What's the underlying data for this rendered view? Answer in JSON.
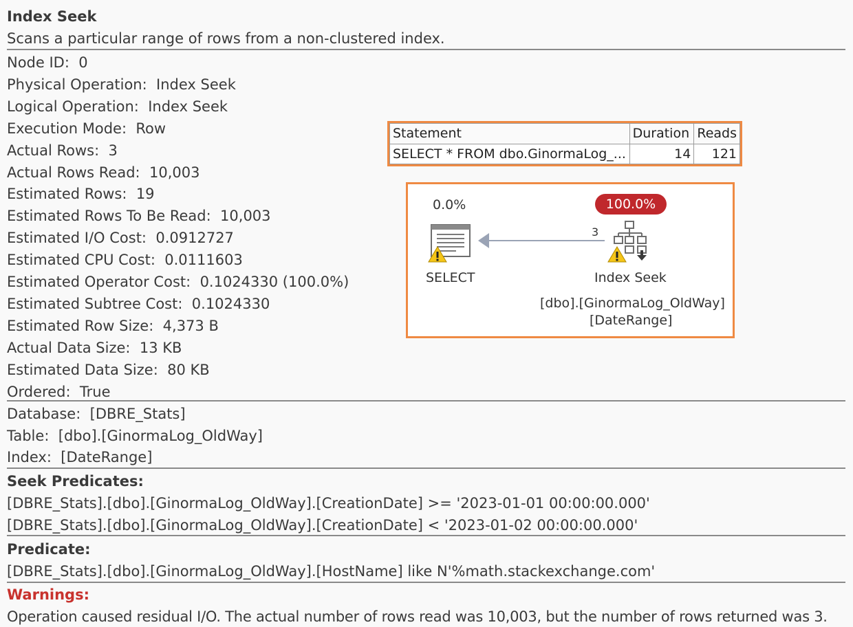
{
  "tooltip": {
    "title": "Index Seek",
    "description": "Scans a particular range of rows from a non-clustered index.",
    "properties": [
      {
        "k": "Node ID",
        "v": "0"
      },
      {
        "k": "Physical Operation",
        "v": "Index Seek"
      },
      {
        "k": "Logical Operation",
        "v": "Index Seek"
      },
      {
        "k": "Execution Mode",
        "v": "Row"
      },
      {
        "k": "Actual Rows",
        "v": "3"
      },
      {
        "k": "Actual Rows Read",
        "v": "10,003"
      },
      {
        "k": "Estimated Rows",
        "v": "19"
      },
      {
        "k": "Estimated Rows To Be Read",
        "v": "10,003"
      },
      {
        "k": "Estimated I/O Cost",
        "v": "0.0912727"
      },
      {
        "k": "Estimated CPU Cost",
        "v": "0.0111603"
      },
      {
        "k": "Estimated Operator Cost",
        "v": "0.1024330 (100.0%)"
      },
      {
        "k": "Estimated Subtree Cost",
        "v": "0.1024330"
      },
      {
        "k": "Estimated Row Size",
        "v": "4,373 B"
      },
      {
        "k": "Actual Data Size",
        "v": "13 KB"
      },
      {
        "k": "Estimated Data Size",
        "v": "80 KB"
      },
      {
        "k": "Ordered",
        "v": "True"
      }
    ],
    "object": [
      {
        "k": "Database",
        "v": "[DBRE_Stats]"
      },
      {
        "k": "Table",
        "v": "[dbo].[GinormaLog_OldWay]"
      },
      {
        "k": "Index",
        "v": "[DateRange]"
      }
    ],
    "seek_predicates_header": "Seek Predicates:",
    "seek_predicates": [
      "[DBRE_Stats].[dbo].[GinormaLog_OldWay].[CreationDate] >= '2023-01-01 00:00:00.000'",
      "[DBRE_Stats].[dbo].[GinormaLog_OldWay].[CreationDate] < '2023-01-02 00:00:00.000'"
    ],
    "predicate_header": "Predicate:",
    "predicate": "[DBRE_Stats].[dbo].[GinormaLog_OldWay].[HostName] like N'%math.stackexchange.com'",
    "warnings_header": "Warnings:",
    "warning_text": "Operation caused residual I/O. The actual number of rows read was 10,003, but the number of rows returned was 3."
  },
  "results_grid": {
    "headers": [
      "Statement",
      "Duration",
      "Reads"
    ],
    "row": [
      "SELECT * FROM dbo.GinormaLog_...",
      "14",
      "121"
    ]
  },
  "plan": {
    "select_cost": "0.0%",
    "select_label": "SELECT",
    "seek_cost": "100.0%",
    "seek_label": "Index Seek",
    "seek_object": "[dbo].[GinormaLog_OldWay]",
    "seek_index": "[DateRange]",
    "arrow_rows": "3",
    "highlight_color": "#ef8a43",
    "cost_badge_color": "#c0282c"
  }
}
